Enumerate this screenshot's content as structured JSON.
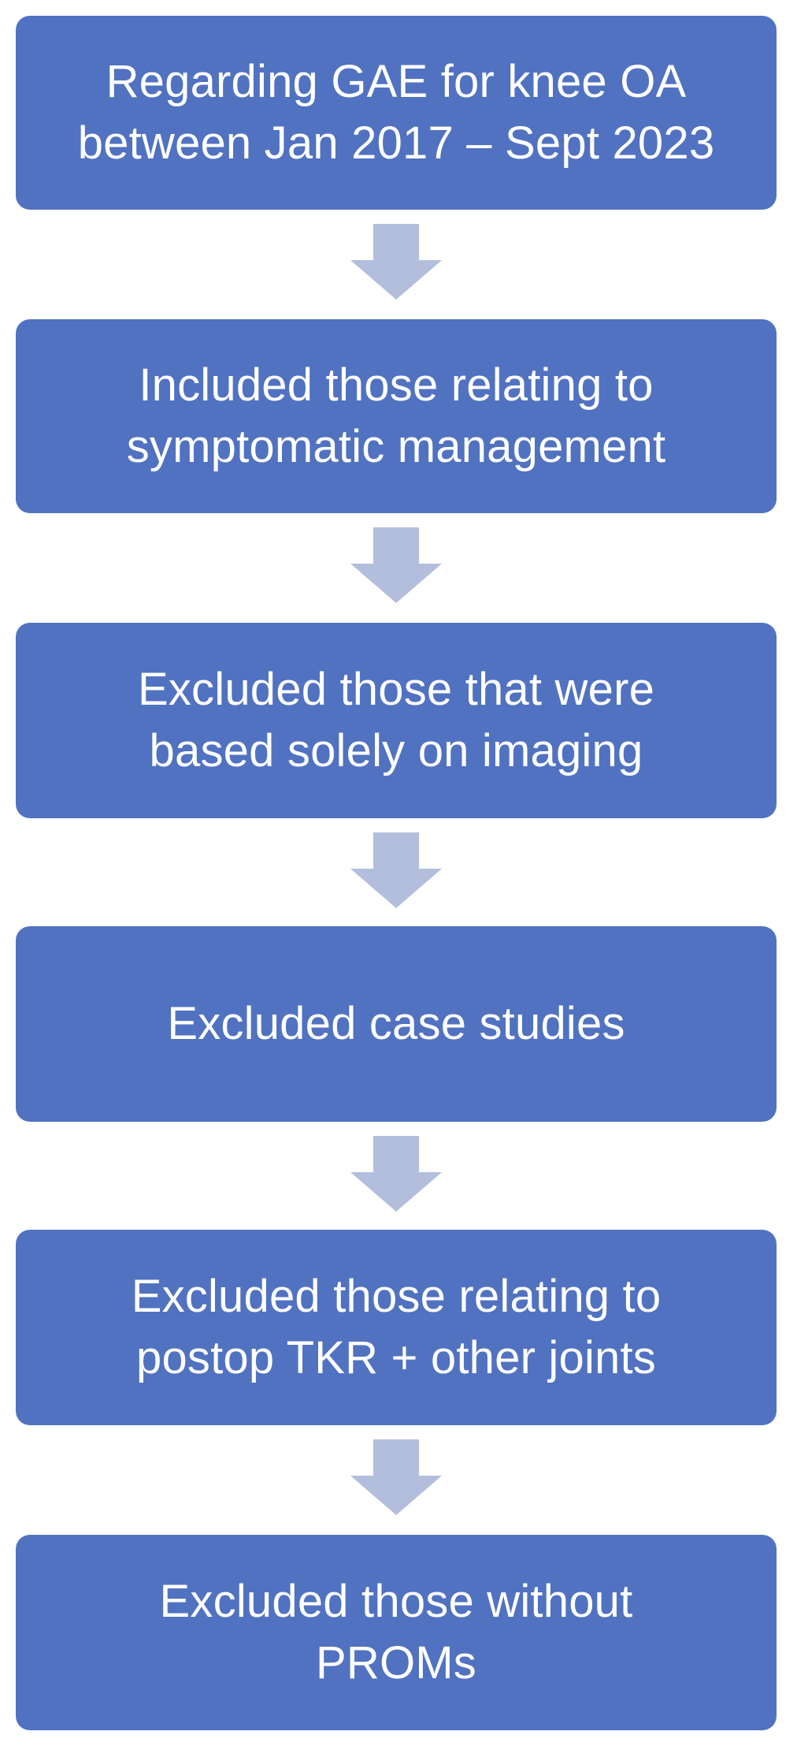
{
  "flowchart": {
    "steps": [
      {
        "label": "Regarding GAE for knee OA\nbetween Jan 2017 – Sept 2023"
      },
      {
        "label": "Included those relating to\nsymptomatic management"
      },
      {
        "label": "Excluded those that were\nbased solely on imaging"
      },
      {
        "label": "Excluded case studies"
      },
      {
        "label": "Excluded those relating to\npostop TKR + other joints"
      },
      {
        "label": "Excluded those without\nPROMs"
      }
    ],
    "connector_icon": "down-arrow-icon"
  },
  "colors": {
    "box_fill": "#5172c0",
    "box_text": "#ffffff",
    "arrow_fill": "#b3bedd",
    "background": "#ffffff"
  }
}
